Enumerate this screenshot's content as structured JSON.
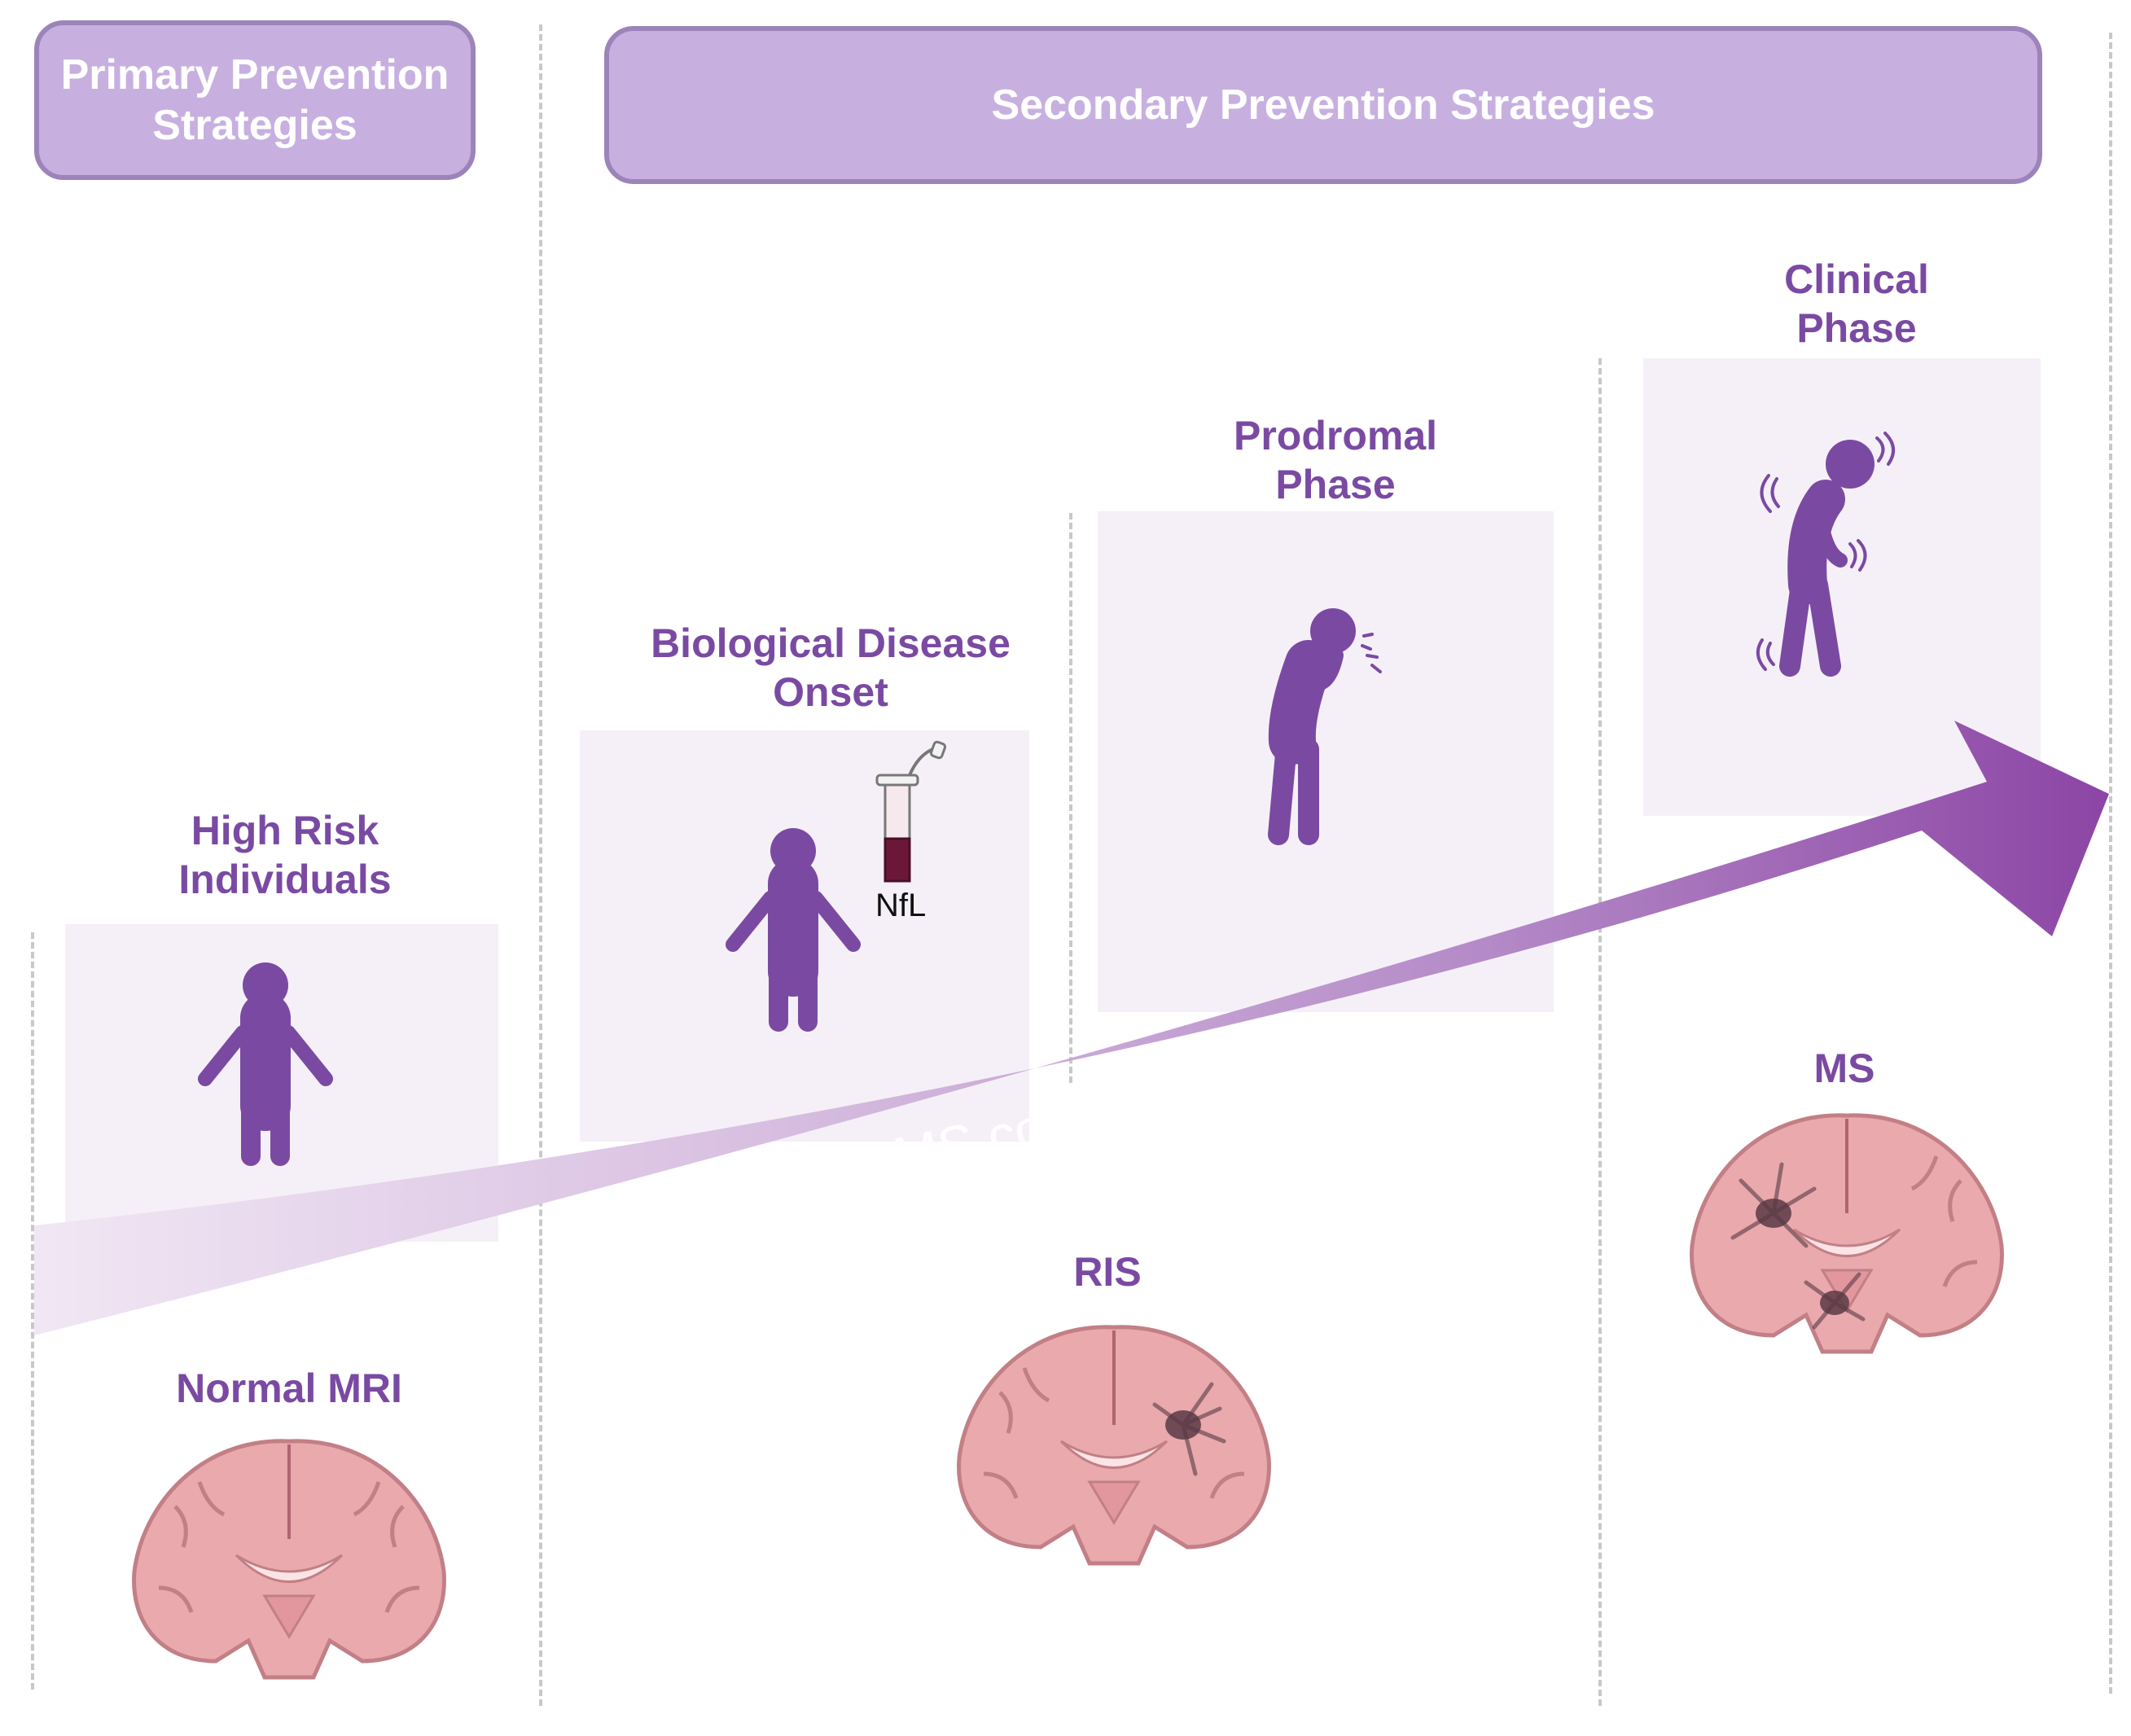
{
  "headers": {
    "primary": "Primary Prevention\nStrategies",
    "secondary": "Secondary Prevention Strategies"
  },
  "stages": [
    {
      "title": "High Risk\nIndividuals",
      "icon": "standing-person-icon"
    },
    {
      "title": "Biological Disease\nOnset",
      "icon": "standing-person-icon",
      "marker_label": "NfL",
      "marker_icon": "blood-tube-icon"
    },
    {
      "title": "Prodromal\nPhase",
      "icon": "sneezing-person-icon"
    },
    {
      "title": "Clinical\nPhase",
      "icon": "shaking-person-icon"
    }
  ],
  "arrow": {
    "label": "MS continuum"
  },
  "mri": [
    {
      "label": "Normal MRI",
      "icon": "brain-normal-icon"
    },
    {
      "label": "RIS",
      "icon": "brain-lesion-icon"
    },
    {
      "label": "MS",
      "icon": "brain-multiple-lesions-icon"
    }
  ],
  "colors": {
    "accent": "#7a4aa3",
    "header_fill": "#c7b0e0",
    "header_border": "#9c84ba",
    "panel": "#f5f0f7",
    "brain": "#e9a9ad",
    "lesion": "#5a3a45"
  }
}
